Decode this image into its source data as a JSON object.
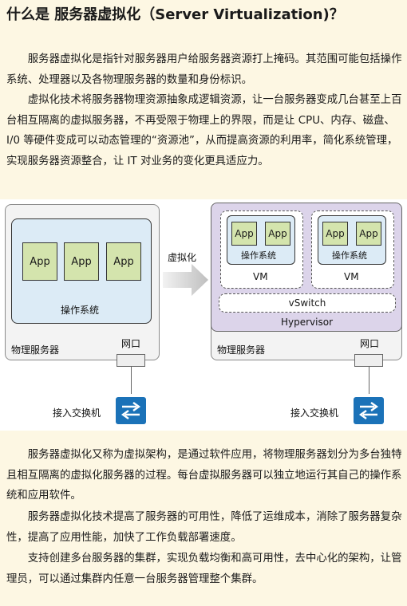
{
  "title": "什么是  服务器虚拟化（Server Virtualization)？",
  "paragraphs": {
    "p1": "服务器虚拟化是指针对服务器用户给服务器资源打上掩码。其范围可能包括操作系统、处理器以及各物理服务器的数量和身份标识。",
    "p2": "虚拟化技术将服务器物理资源抽象成逻辑资源，让一台服务器变成几台甚至上百台相互隔离的虚拟服务器，不再受限于物理上的界限，而是让 CPU、内存、磁盘、I/0 等硬件变成可以动态管理的“资源池”，从而提高资源的利用率，简化系统管理，实现服务器资源整合，让 IT 对业务的变化更具适应力。",
    "p3": "服务器虚拟化又称为虚拟架构，是通过软件应用，将物理服务器划分为多台独特且相互隔离的虚拟化服务器的过程。每台虚拟服务器可以独立地运行其自己的操作系统和应用软件。",
    "p4": "服务器虚拟化技术提高了服务器的可用性，降低了运维成本，消除了服务器复杂性，提高了应用性能，加快了工作负载部署速度。",
    "p5": "支持创建多台服务器的集群，实现负载均衡和高可用性，去中心化的架构，让管理员，可以通过集群内任意一台服务器管理整个集群。"
  },
  "diagram": {
    "app_label": "App",
    "os_label": "操作系统",
    "vm_label": "VM",
    "physical_server_label": "物理服务器",
    "port_label": "网口",
    "switch_label": "接入交换机",
    "arrow_label": "虚拟化",
    "vswitch_label": "vSwitch",
    "hypervisor_label": "Hypervisor",
    "switch_icon_color": "#1b72b8",
    "app_color": "#d4e4ad",
    "os_color": "#dcebf6",
    "hypervisor_color": "#dcd4ea"
  }
}
